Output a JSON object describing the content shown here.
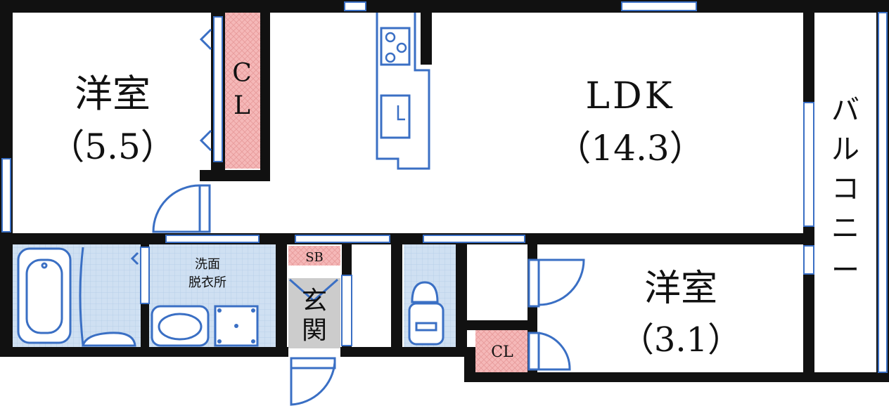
{
  "rooms": {
    "western_room_large": {
      "name": "洋室",
      "size": "（5.5）"
    },
    "ldk": {
      "name": "LDK",
      "size": "（14.3）"
    },
    "western_room_small": {
      "name": "洋室",
      "size": "（3.1）"
    },
    "washroom": {
      "line1": "洗面",
      "line2": "脱衣所"
    },
    "entrance": {
      "line1": "玄",
      "line2": "関"
    },
    "balcony": {
      "chars": [
        "バ",
        "ル",
        "コ",
        "ニ",
        "ー"
      ]
    }
  },
  "storage": {
    "closet_large": {
      "line1": "C",
      "line2": "L"
    },
    "closet_small": "CL",
    "shoe_box": "SB"
  },
  "colors": {
    "wall": "#111111",
    "fixture": "#3a6fc4",
    "closet_fill": "#f5b8b8",
    "tile_fill": "#cfe0f2",
    "entrance_fill": "#cccccc"
  },
  "icons": [
    "bathtub-icon",
    "washbasin-icon",
    "washing-machine-pan-icon",
    "toilet-icon",
    "kitchen-stove-icon",
    "kitchen-sink-icon"
  ]
}
